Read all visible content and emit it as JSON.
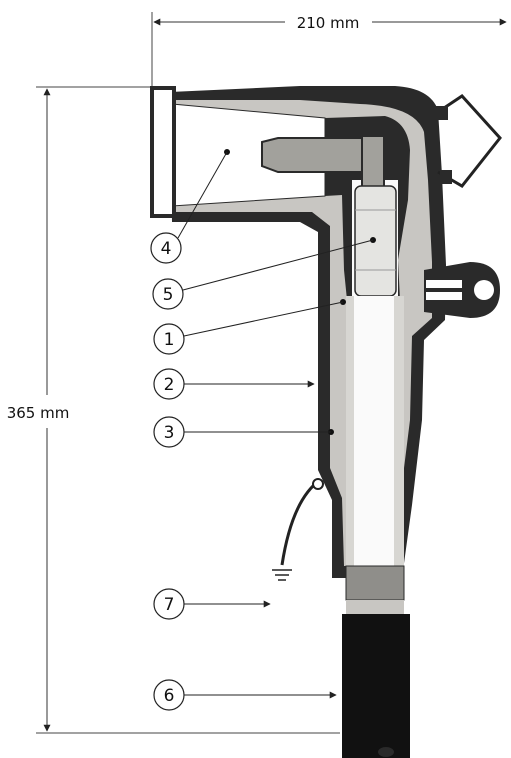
{
  "dimensions": {
    "width_label": "210 mm",
    "height_label": "365 mm"
  },
  "callouts": [
    {
      "id": "callout-4",
      "label": "4"
    },
    {
      "id": "callout-5",
      "label": "5"
    },
    {
      "id": "callout-1",
      "label": "1"
    },
    {
      "id": "callout-2",
      "label": "2"
    },
    {
      "id": "callout-3",
      "label": "3"
    },
    {
      "id": "callout-7",
      "label": "7"
    },
    {
      "id": "callout-6",
      "label": "6"
    }
  ],
  "colors": {
    "outer_shell": "#2a2a2a",
    "insulation": "#c8c6c2",
    "conductor": "#fafafa",
    "contact_metal": "#9a9a96",
    "cable_jacket": "#111111",
    "line": "#222222"
  }
}
